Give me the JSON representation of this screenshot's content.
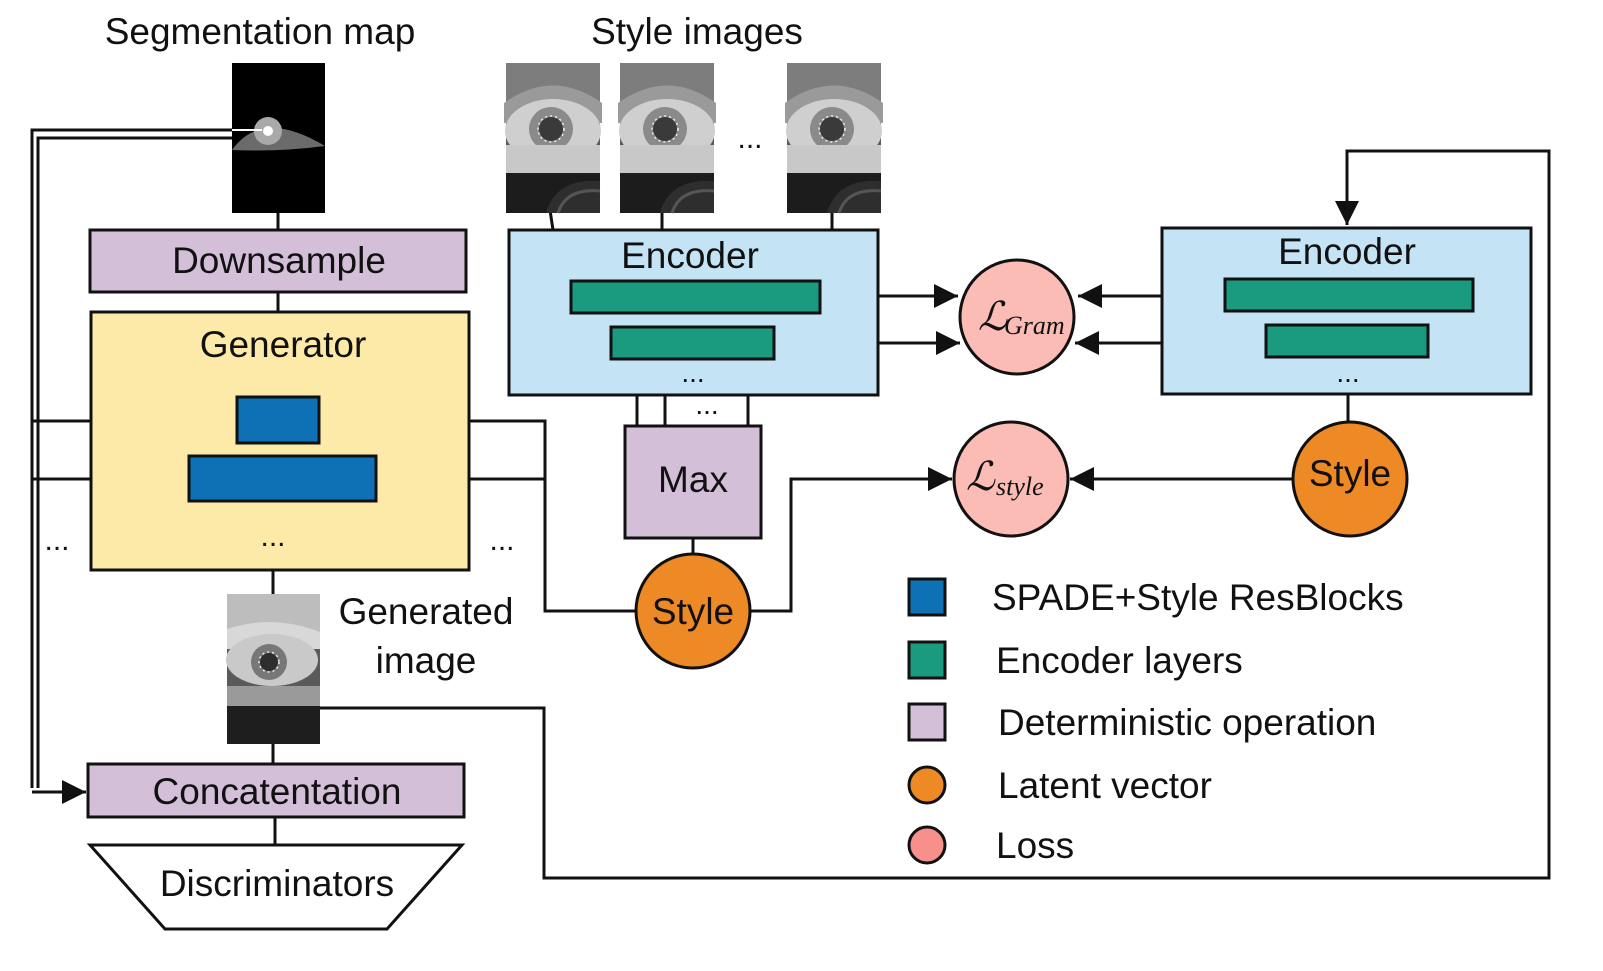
{
  "labels": {
    "segmentation_map": "Segmentation map",
    "style_images": "Style images",
    "style_images_ellipsis": "...",
    "downsample": "Downsample",
    "generator": "Generator",
    "generator_ellipsis": "...",
    "left_ellipsis": "...",
    "mid_ellipsis": "...",
    "generated_image_line1": "Generated",
    "generated_image_line2": "image",
    "concatenation": "Concatentation",
    "discriminators": "Discriminators",
    "encoder_left": "Encoder",
    "encoder_left_ellipsis": "...",
    "encoder_right": "Encoder",
    "encoder_right_ellipsis": "...",
    "max_connector_ellipsis": "...",
    "max": "Max",
    "style_left": "Style",
    "style_right": "Style",
    "loss_gram_symbol": "ℒ",
    "loss_gram_sub": "Gram",
    "loss_style_symbol": "ℒ",
    "loss_style_sub": "style"
  },
  "legend": [
    {
      "shape": "square",
      "color": "#0f71b5",
      "label": "SPADE+Style ResBlocks"
    },
    {
      "shape": "square",
      "color": "#1a9a7f",
      "label": "Encoder layers"
    },
    {
      "shape": "square",
      "color": "#d4bfd8",
      "label": "Deterministic operation"
    },
    {
      "shape": "circle",
      "color": "#ee8a26",
      "label": "Latent vector"
    },
    {
      "shape": "circle",
      "color": "#f7908a",
      "label": "Loss"
    }
  ],
  "colors": {
    "deterministic": "#d4bfd8",
    "generator": "#fdeaa8",
    "encoder": "#c4e4f6",
    "resblock": "#0f71b5",
    "encoder_layer": "#1a9a7f",
    "latent": "#ee8a26",
    "loss": "#fbbcb5",
    "line": "#111111"
  }
}
